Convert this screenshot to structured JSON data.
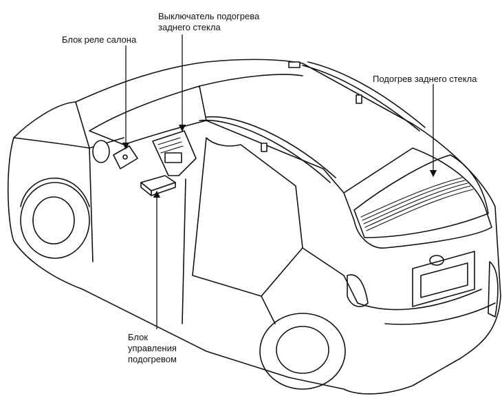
{
  "labels": {
    "switch": [
      "Выключатель подогрева",
      "заднего стекла"
    ],
    "relay": [
      "Блок реле салона"
    ],
    "heater": [
      "Подогрев заднего стекла"
    ],
    "control": [
      "Блок",
      "управления",
      "подогревом"
    ]
  }
}
